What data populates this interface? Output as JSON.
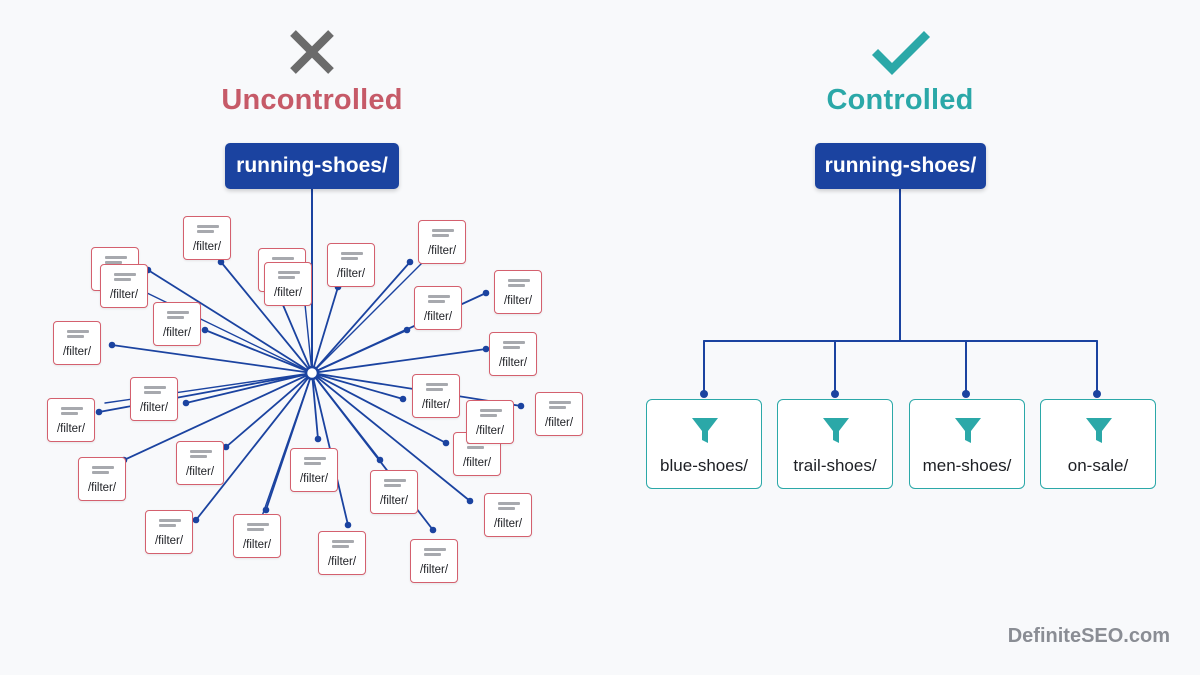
{
  "uncontrolled": {
    "title": "Uncontrolled",
    "root_label": "running-shoes/",
    "filter_label": "/filter/",
    "filter_count": 27,
    "icon": "x-mark-icon"
  },
  "controlled": {
    "title": "Controlled",
    "root_label": "running-shoes/",
    "icon": "check-mark-icon",
    "children": [
      {
        "label": "blue-shoes/",
        "icon": "funnel-icon"
      },
      {
        "label": "trail-shoes/",
        "icon": "funnel-icon"
      },
      {
        "label": "men-shoes/",
        "icon": "funnel-icon"
      },
      {
        "label": "on-sale/",
        "icon": "funnel-icon"
      }
    ]
  },
  "brand": "DefiniteSEO.com",
  "colors": {
    "uncontrolled_title": "#c65a68",
    "controlled_title": "#2ba8a8",
    "root_fill": "#1b43a0",
    "connector": "#1b43a0",
    "filter_border": "#d4606e",
    "child_border": "#2ba8a8",
    "cross_icon": "#6b6b6b",
    "check_icon": "#2ba8a8"
  }
}
